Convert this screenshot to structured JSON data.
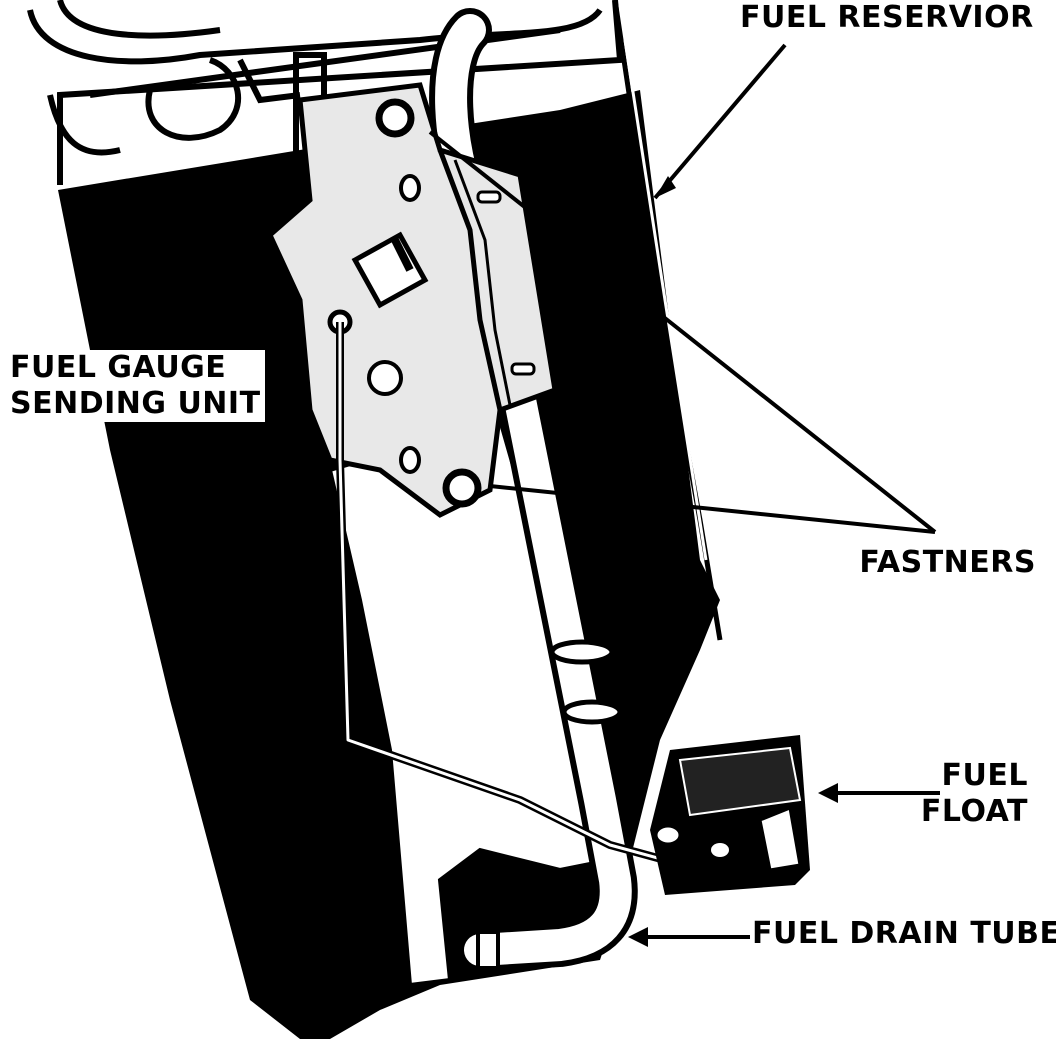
{
  "diagram": {
    "labels": {
      "fuel_reservoir": "FUEL RESERVIOR",
      "fuel_gauge_line1": "FUEL GAUGE",
      "fuel_gauge_line2": "SENDING UNIT",
      "fastners": "FASTNERS",
      "fuel_float_line1": "FUEL",
      "fuel_float_line2": "FLOAT",
      "fuel_drain_tube": "FUEL DRAIN TUBE"
    },
    "colors": {
      "ink": "#000000",
      "paper": "#ffffff",
      "plate": "#e8e8e8"
    }
  }
}
